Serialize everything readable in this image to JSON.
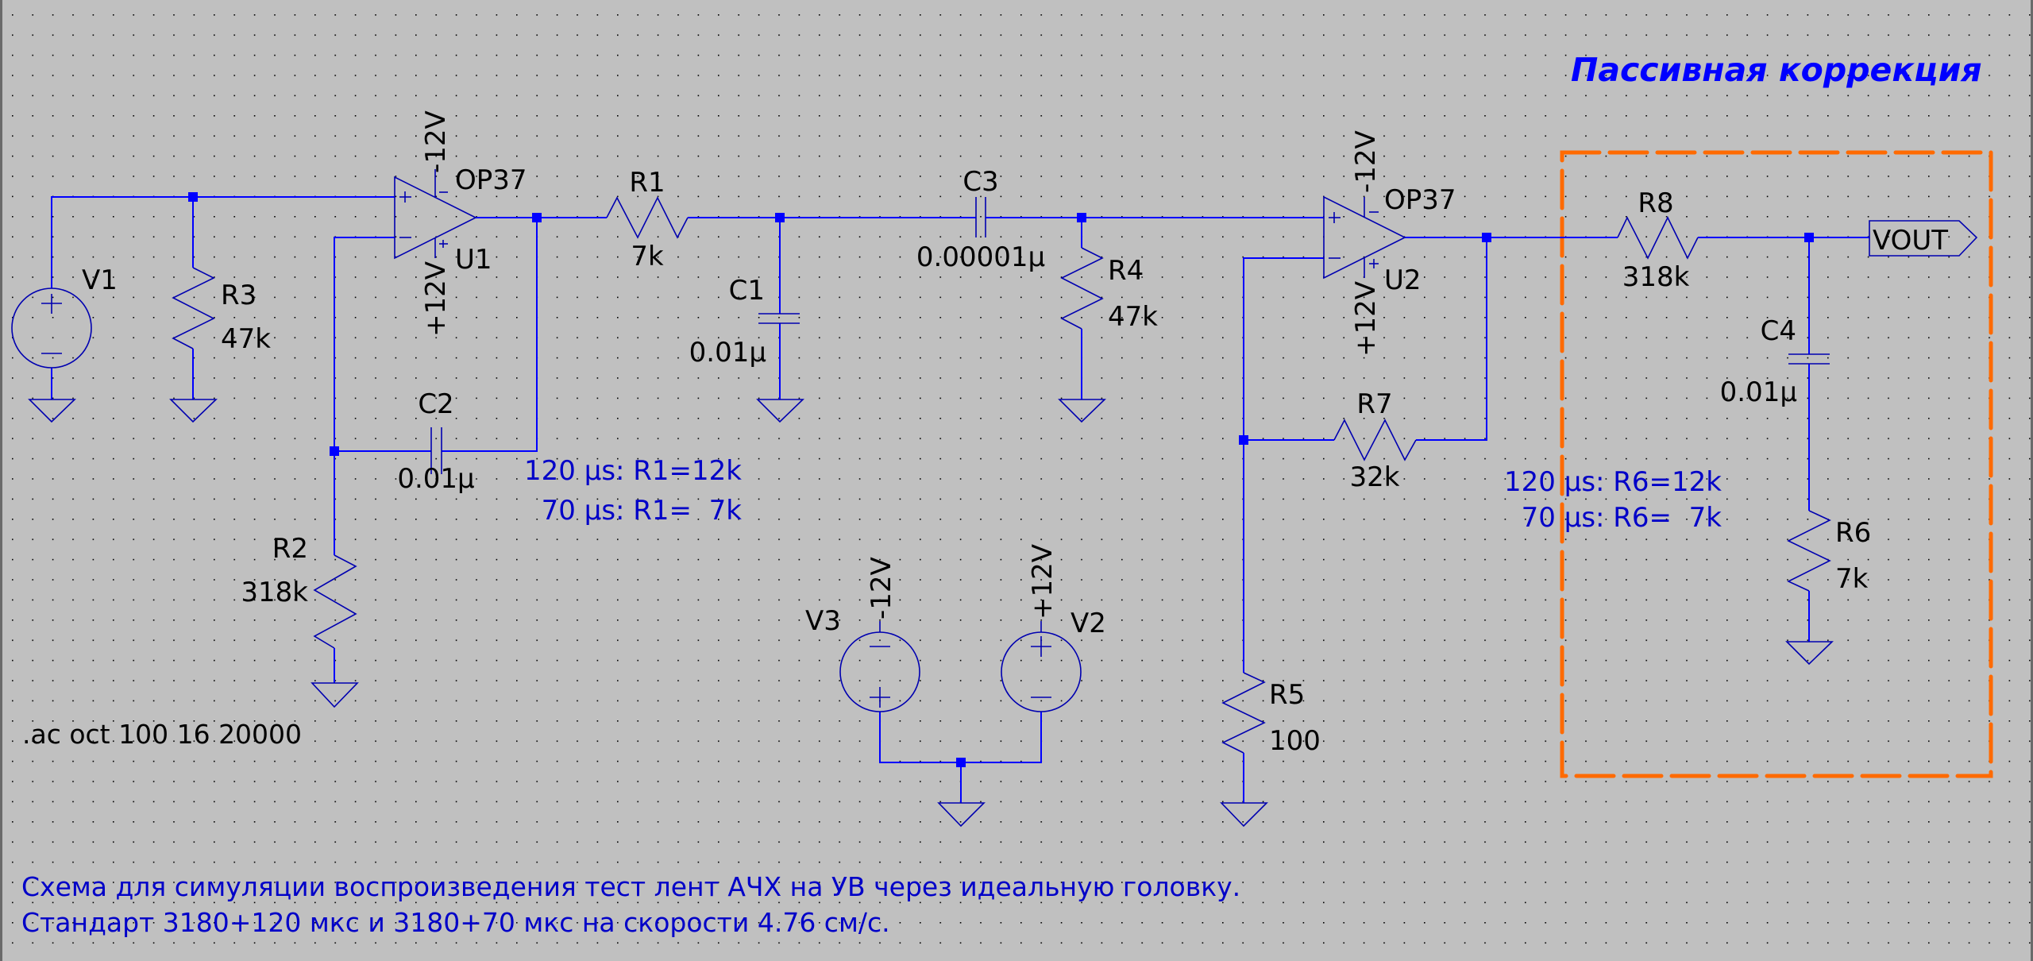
{
  "schematic": {
    "title": "Пассивная коррекция",
    "directive": ".ac oct 100 16 20000",
    "description": [
      "Схема для симуляции воспроизведения тест лент АЧХ на УВ через идеальную головку.",
      "Стандарт 3180+120 мкс и 3180+70 мкс на скорости 4.76 см/с."
    ],
    "comment_r1": [
      "120 µs: R1=12k",
      "70 µs: R1=  7k"
    ],
    "comment_r6": [
      "120 µs: R6=12k",
      "70 µs: R6=  7k"
    ],
    "highlight_color": "#ff6a00",
    "wire_color": "#0000ff",
    "background_color": "#c0c0c0"
  },
  "components": {
    "V1": {
      "name": "V1",
      "icon": "voltage-source-icon"
    },
    "V2": {
      "name": "V2",
      "value": "+12V",
      "icon": "voltage-source-icon"
    },
    "V3": {
      "name": "V3",
      "value": "-12V",
      "icon": "voltage-source-icon"
    },
    "U1": {
      "name": "U1",
      "model": "OP37",
      "vneg": "-12V",
      "vpos": "+12V",
      "icon": "opamp-icon"
    },
    "U2": {
      "name": "U2",
      "model": "OP37",
      "vneg": "-12V",
      "vpos": "+12V",
      "icon": "opamp-icon"
    },
    "R1": {
      "name": "R1",
      "value": "7k"
    },
    "R2": {
      "name": "R2",
      "value": "318k"
    },
    "R3": {
      "name": "R3",
      "value": "47k"
    },
    "R4": {
      "name": "R4",
      "value": "47k"
    },
    "R5": {
      "name": "R5",
      "value": "100"
    },
    "R6": {
      "name": "R6",
      "value": "7k"
    },
    "R7": {
      "name": "R7",
      "value": "32k"
    },
    "R8": {
      "name": "R8",
      "value": "318k"
    },
    "C1": {
      "name": "C1",
      "value": "0.01µ"
    },
    "C2": {
      "name": "C2",
      "value": "0.01µ"
    },
    "C3": {
      "name": "C3",
      "value": "0.00001µ"
    },
    "C4": {
      "name": "C4",
      "value": "0.01µ"
    }
  },
  "net_labels": {
    "vout": "VOUT"
  }
}
